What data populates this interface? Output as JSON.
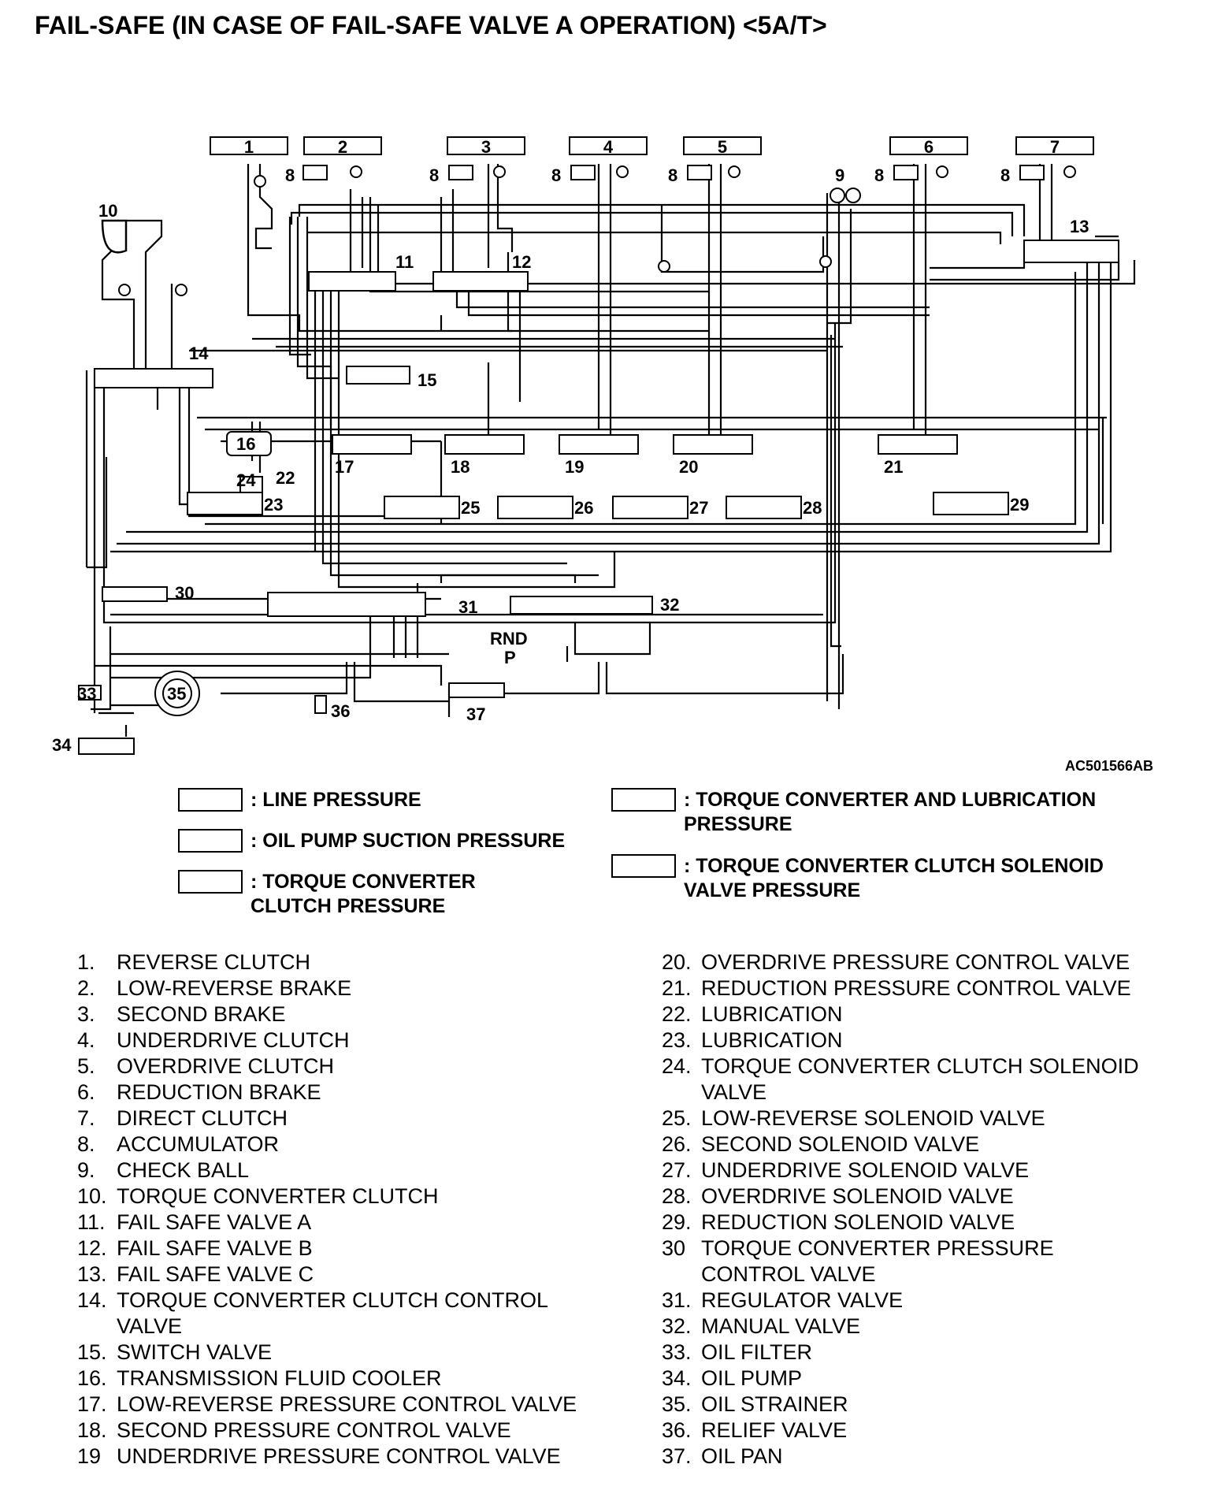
{
  "title": "FAIL-SAFE (IN CASE OF FAIL-SAFE VALVE A OPERATION) <5A/T>",
  "reference_code": "AC501566AB",
  "selector_positions": [
    "RND",
    "P"
  ],
  "top_boxes": [
    "1",
    "2",
    "3",
    "4",
    "5",
    "6",
    "7"
  ],
  "callouts": {
    "accumulator": "8",
    "check_ball": "9",
    "torque_converter_clutch": "10",
    "fail_safe_a": "11",
    "fail_safe_b": "12",
    "fail_safe_c": "13",
    "tcc_control": "14",
    "switch_valve": "15",
    "cooler": "16",
    "low_rev_pcv": "17",
    "second_pcv": "18",
    "ud_pcv": "19",
    "od_pcv": "20",
    "red_pcv": "21",
    "lube_22": "22",
    "lube_23": "23",
    "tcc_solenoid": "24",
    "low_rev_sol": "25",
    "second_sol": "26",
    "ud_sol": "27",
    "od_sol": "28",
    "red_sol": "29",
    "tc_pcv": "30",
    "regulator": "31",
    "manual": "32",
    "oil_filter": "33",
    "oil_pump": "34",
    "oil_strainer": "35",
    "relief": "36",
    "oil_pan": "37"
  },
  "legend": [
    {
      "label": ": LINE PRESSURE"
    },
    {
      "label": ": OIL PUMP SUCTION PRESSURE"
    },
    {
      "label": ": TORQUE CONVERTER CLUTCH PRESSURE"
    },
    {
      "label": ": TORQUE CONVERTER AND LUBRICATION PRESSURE"
    },
    {
      "label": ": TORQUE CONVERTER CLUTCH SOLENOID VALVE PRESSURE"
    }
  ],
  "parts_left": [
    {
      "num": "1.",
      "name": "REVERSE CLUTCH"
    },
    {
      "num": "2.",
      "name": "LOW-REVERSE BRAKE"
    },
    {
      "num": "3.",
      "name": "SECOND BRAKE"
    },
    {
      "num": "4.",
      "name": "UNDERDRIVE CLUTCH"
    },
    {
      "num": "5.",
      "name": "OVERDRIVE CLUTCH"
    },
    {
      "num": "6.",
      "name": "REDUCTION BRAKE"
    },
    {
      "num": "7.",
      "name": "DIRECT CLUTCH"
    },
    {
      "num": "8.",
      "name": "ACCUMULATOR"
    },
    {
      "num": "9.",
      "name": "CHECK BALL"
    },
    {
      "num": "10.",
      "name": "TORQUE CONVERTER CLUTCH"
    },
    {
      "num": "11.",
      "name": "FAIL SAFE VALVE A"
    },
    {
      "num": "12.",
      "name": "FAIL SAFE VALVE B"
    },
    {
      "num": "13.",
      "name": "FAIL SAFE VALVE C"
    },
    {
      "num": "14.",
      "name": "TORQUE CONVERTER CLUTCH CONTROL VALVE"
    },
    {
      "num": "15.",
      "name": "SWITCH VALVE"
    },
    {
      "num": "16.",
      "name": "TRANSMISSION FLUID COOLER"
    },
    {
      "num": "17.",
      "name": "LOW-REVERSE PRESSURE CONTROL VALVE"
    },
    {
      "num": "18.",
      "name": "SECOND PRESSURE CONTROL VALVE"
    },
    {
      "num": "19",
      "name": "UNDERDRIVE PRESSURE CONTROL VALVE"
    }
  ],
  "parts_right": [
    {
      "num": "20.",
      "name": "OVERDRIVE PRESSURE CONTROL VALVE"
    },
    {
      "num": "21.",
      "name": "REDUCTION PRESSURE CONTROL VALVE"
    },
    {
      "num": "22.",
      "name": "LUBRICATION"
    },
    {
      "num": "23.",
      "name": "LUBRICATION"
    },
    {
      "num": "24.",
      "name": "TORQUE CONVERTER CLUTCH SOLENOID VALVE"
    },
    {
      "num": "25.",
      "name": "LOW-REVERSE SOLENOID VALVE"
    },
    {
      "num": "26.",
      "name": "SECOND SOLENOID VALVE"
    },
    {
      "num": "27.",
      "name": "UNDERDRIVE SOLENOID VALVE"
    },
    {
      "num": "28.",
      "name": "OVERDRIVE SOLENOID VALVE"
    },
    {
      "num": "29.",
      "name": "REDUCTION SOLENOID VALVE"
    },
    {
      "num": "30",
      "name": "TORQUE CONVERTER PRESSURE CONTROL VALVE"
    },
    {
      "num": "31.",
      "name": "REGULATOR VALVE"
    },
    {
      "num": "32.",
      "name": "MANUAL VALVE"
    },
    {
      "num": "33.",
      "name": "OIL FILTER"
    },
    {
      "num": "34.",
      "name": "OIL PUMP"
    },
    {
      "num": "35.",
      "name": "OIL STRAINER"
    },
    {
      "num": "36.",
      "name": "RELIEF VALVE"
    },
    {
      "num": "37.",
      "name": "OIL PAN"
    }
  ]
}
